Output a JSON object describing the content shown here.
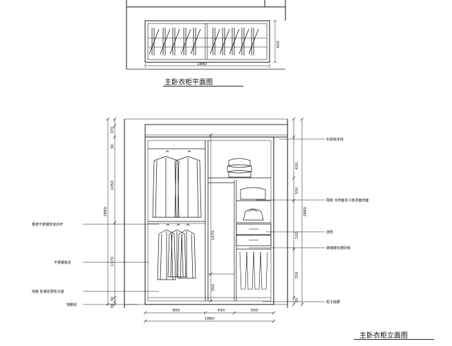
{
  "plan": {
    "title": "主卧衣柜平面图",
    "width_dim": "1880",
    "depth_dim": "600"
  },
  "elevation": {
    "title": "主卧衣柜立面图",
    "left_dims": {
      "total": "2880"
    },
    "inner_dims": [
      "370",
      "30",
      "1050",
      "1170",
      "30",
      "30"
    ],
    "middle_dims": [
      "1470",
      "350"
    ],
    "right_dims": [
      "420",
      "330",
      "520",
      "700",
      "30"
    ],
    "right_total": "2880",
    "bottom_dims": [
      "850",
      "430",
      "500"
    ],
    "bottom_total": "1880",
    "left_notes": [
      "香槟不锈钢管道衣杆",
      "不锈钢板定",
      "饰板 防潮花层柜木基",
      "地脚线"
    ],
    "right_notes": [
      "石膏板吊线",
      "隔板 木饰面本工板漆面饰面",
      "挂柜",
      "玻璃钢化磨砂板",
      "柜子底脚"
    ]
  }
}
